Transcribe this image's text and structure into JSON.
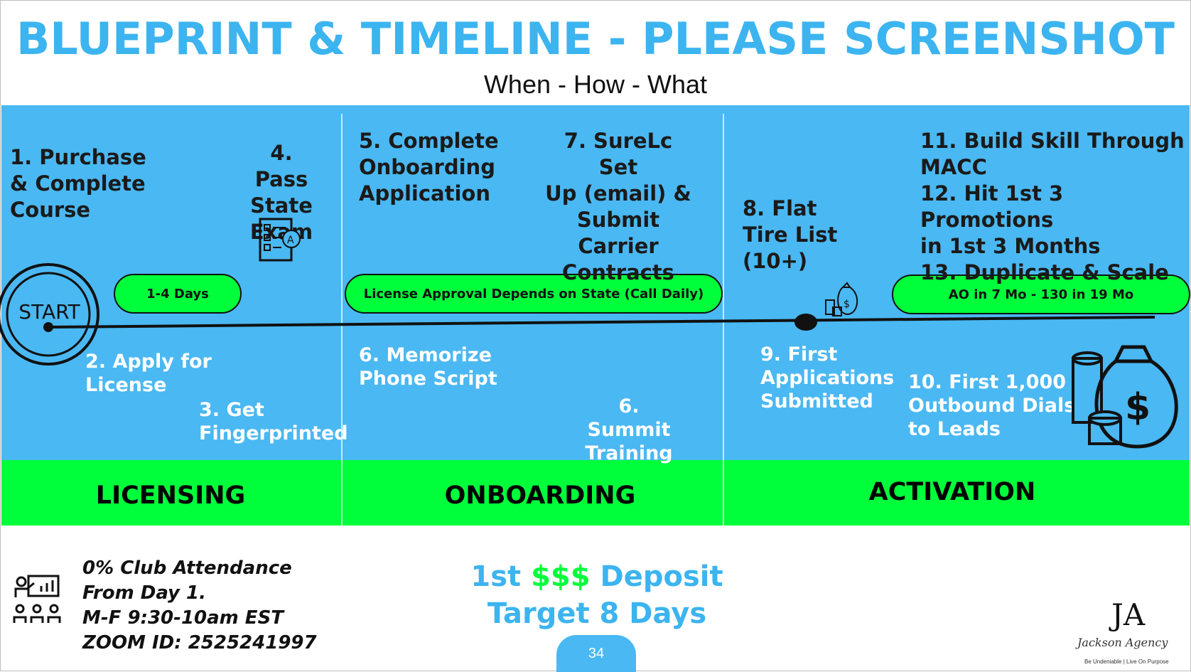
{
  "header": {
    "title": "BLUEPRINT & TIMELINE - PLEASE SCREENSHOT",
    "subtitle": "When - How - What"
  },
  "phases": {
    "licensing": "LICENSING",
    "onboarding": "ONBOARDING",
    "activation": "ACTIVATION"
  },
  "timeline": {
    "start_label": "START",
    "pill_licensing": "1-4 Days",
    "pill_onboarding": "License Approval Depends on State (Call Daily)",
    "pill_activation": "AO in 7 Mo - 130 in 19 Mo"
  },
  "steps": {
    "s1": "1. Purchase\n& Complete\nCourse",
    "s2": "2. Apply for\n License",
    "s3": "3. Get\nFingerprinted",
    "s4": "4. Pass\nState\nExam",
    "s5": "5. Complete\nOnboarding\nApplication",
    "s6a": "6. Memorize\nPhone Script",
    "s6b": "6. Summit\nTraining",
    "s7": "7. SureLc Set\nUp (email) &\nSubmit\nCarrier\nContracts",
    "s8": "8. Flat\nTire List\n(10+)",
    "s9": "9. First\nApplications\nSubmitted",
    "s10": "10. First 1,000\nOutbound Dials\nto Leads",
    "s11_13": "11. Build Skill Through\nMACC\n12. Hit 1st 3 Promotions\nin 1st 3 Months\n13. Duplicate & Scale"
  },
  "footer": {
    "club": "0% Club Attendance\nFrom Day 1.\nM-F 9:30-10am EST\nZOOM ID: 2525241997",
    "deposit_line1_a": "1st ",
    "deposit_line1_b": "$$$",
    "deposit_line1_c": " Deposit",
    "deposit_line2": "Target 8 Days",
    "page_number": "34"
  },
  "logo": {
    "monogram": "JA",
    "name": "Jackson Agency",
    "tagline": "Be Undeniable | Live On Purpose"
  },
  "colors": {
    "title_blue": "#3cb4ef",
    "band_blue": "#4ab8f2",
    "accent_green": "#00ff3b"
  }
}
